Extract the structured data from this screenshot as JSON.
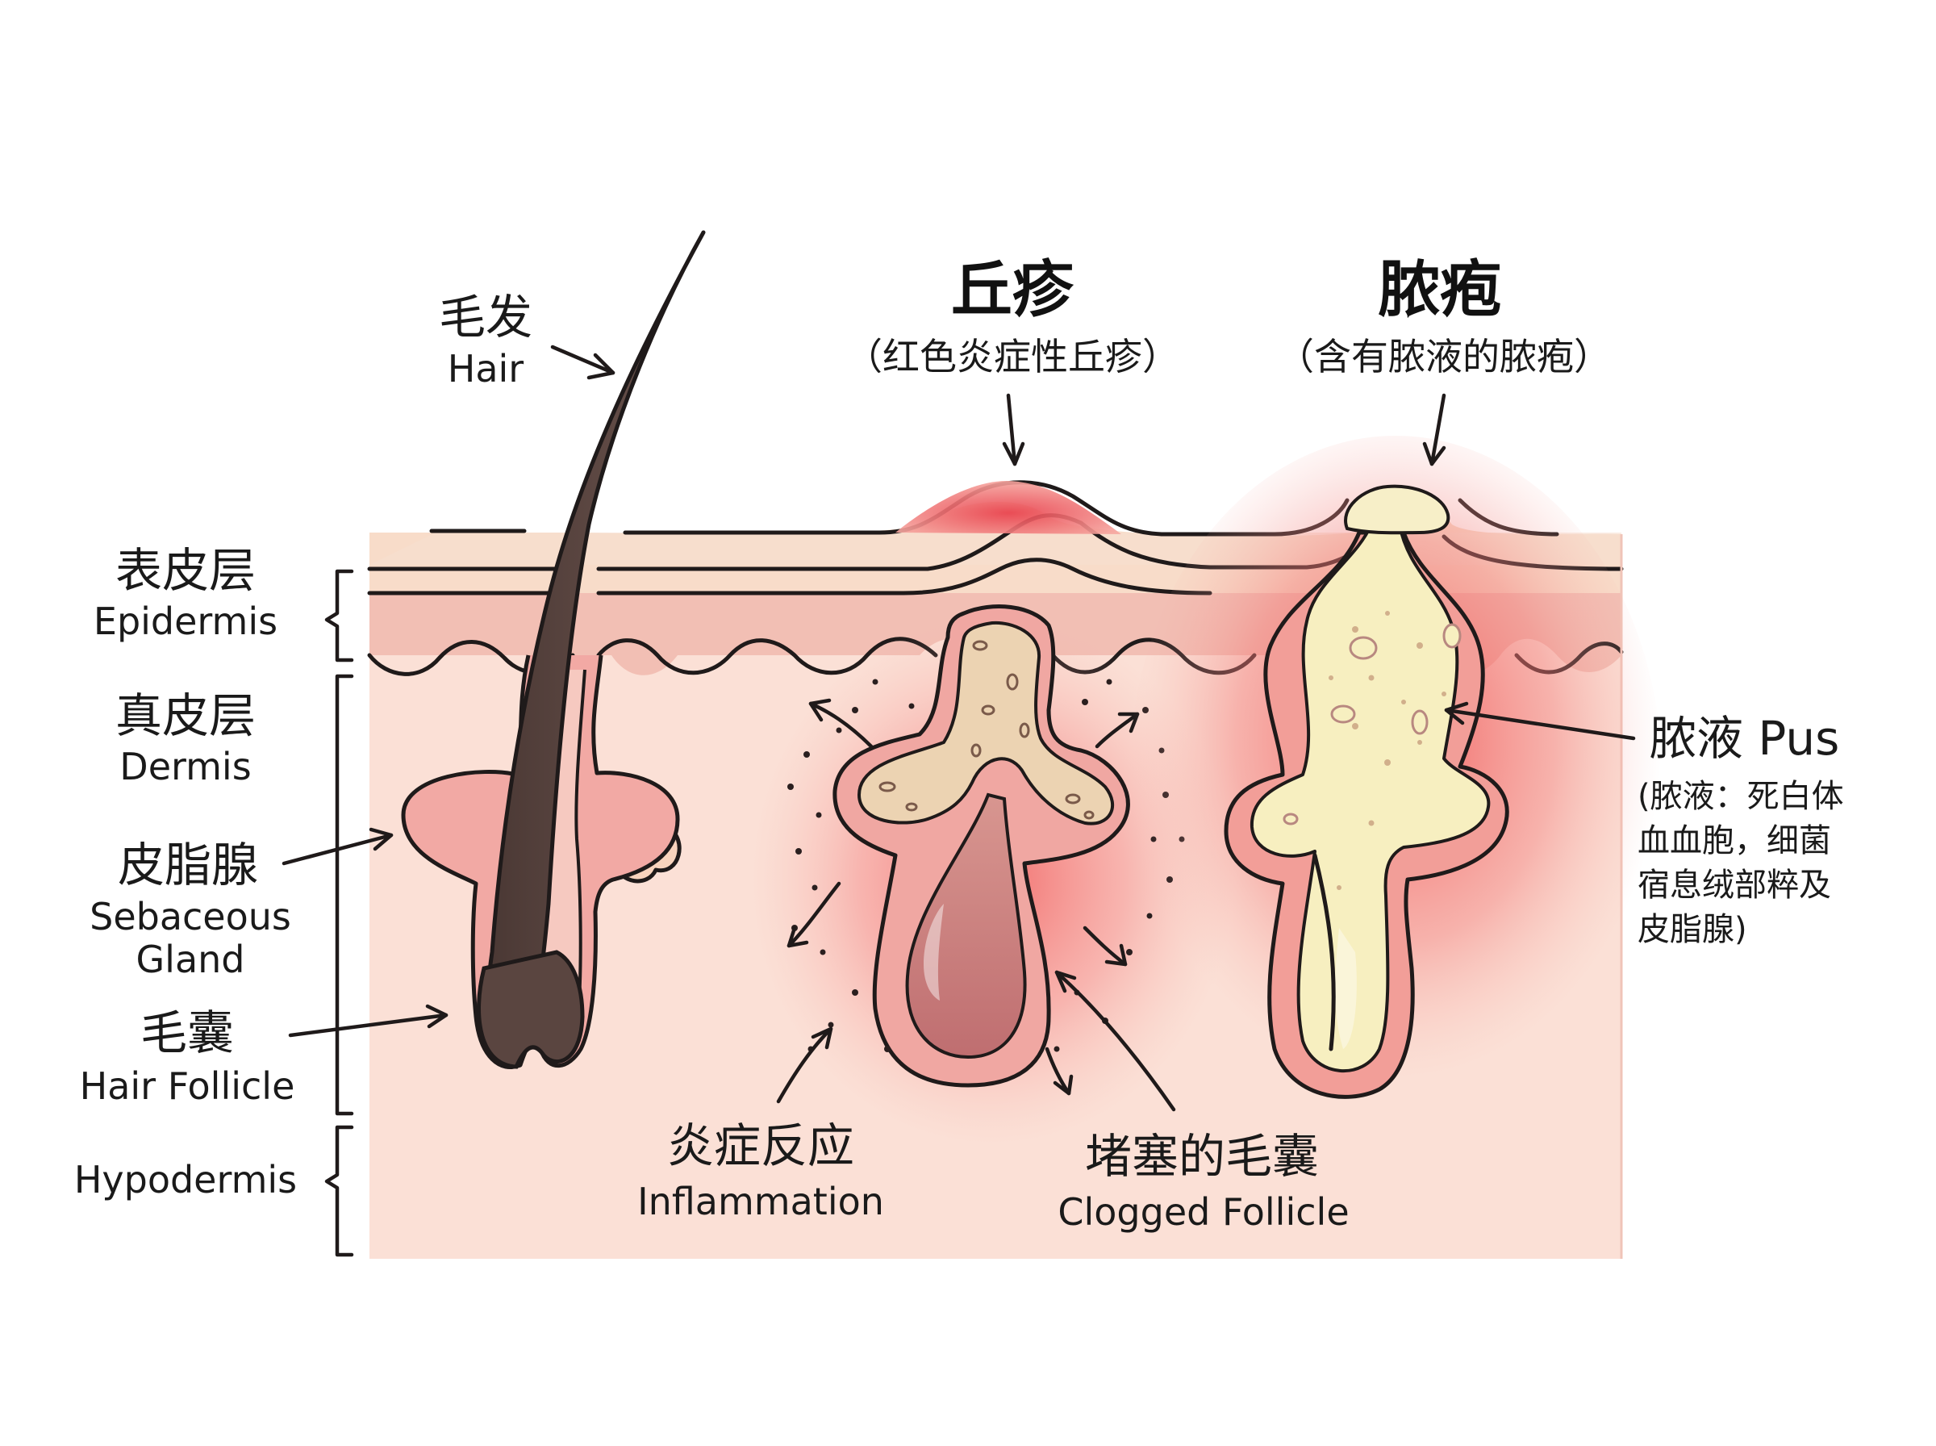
{
  "labels": {
    "hair": {
      "cn": "毛发",
      "en": "Hair"
    },
    "epidermis": {
      "cn": "表皮层",
      "en": "Epidermis"
    },
    "dermis": {
      "cn": "真皮层",
      "en": "Dermis"
    },
    "sebaceous": {
      "cn": "皮脂腺",
      "en1": "Sebaceous",
      "en2": "Gland"
    },
    "follicle": {
      "cn": "毛囊",
      "en": "Hair Follicle"
    },
    "hypodermis": {
      "en": "Hypodermis"
    },
    "papule": {
      "title": "丘疹",
      "sub": "（红色炎症性丘疹）"
    },
    "pustule": {
      "title": "脓疱",
      "sub": "（含有脓液的脓疱）"
    },
    "pus": {
      "title": "脓液 Pus",
      "line1": "(脓液：死白体",
      "line2": "血血胞，细菌",
      "line3": "宿息绒部粹及",
      "line4": "皮脂腺)"
    },
    "inflammation": {
      "cn": "炎症反应",
      "en": "Inflammation"
    },
    "clogged": {
      "cn": "堵塞的毛囊",
      "en": "Clogged Follicle"
    }
  },
  "colors": {
    "skin_top": "#f7d7c4",
    "epidermis": "#f0b8ae",
    "dermis": "#fbe0d6",
    "follicle_wall": "#f2a5a0",
    "hair": "#5a4540",
    "inflamed": "#ee5a5a",
    "sebum": "#efd9b5",
    "pus": "#f6ecb8",
    "outline": "#1f1a1a"
  },
  "icons": [
    "arrow-icon",
    "bracket-icon"
  ]
}
